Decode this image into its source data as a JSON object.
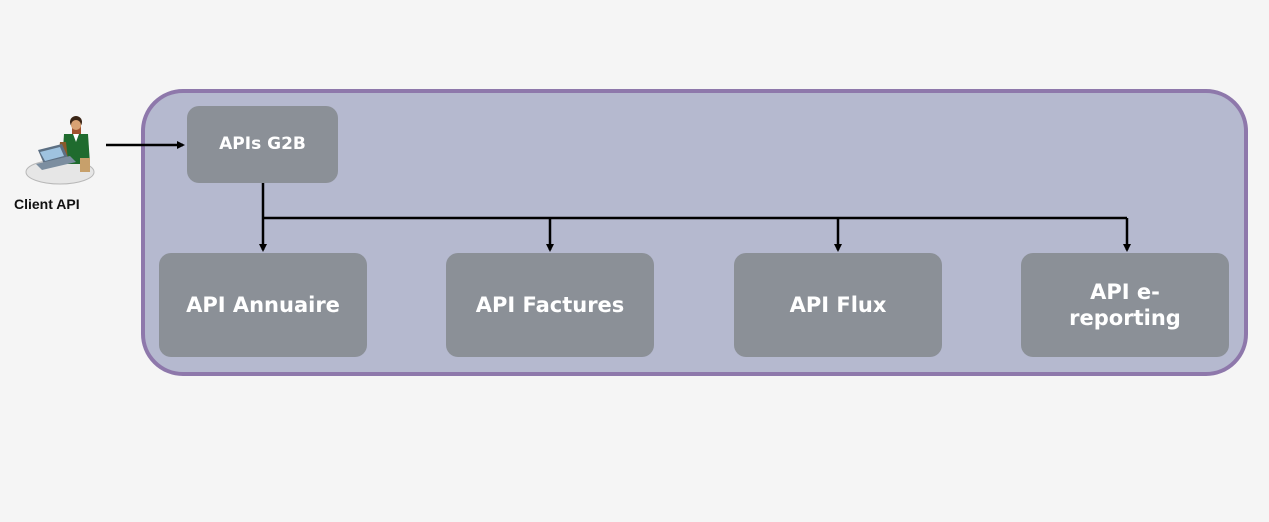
{
  "diagram": {
    "client_label": "Client API",
    "gateway_label": "APIs G2B",
    "apis": [
      {
        "id": "annuaire",
        "label": "API Annuaire"
      },
      {
        "id": "factures",
        "label": "API Factures"
      },
      {
        "id": "flux",
        "label": "API Flux"
      },
      {
        "id": "ereporting",
        "label": "API e-reporting"
      }
    ]
  }
}
